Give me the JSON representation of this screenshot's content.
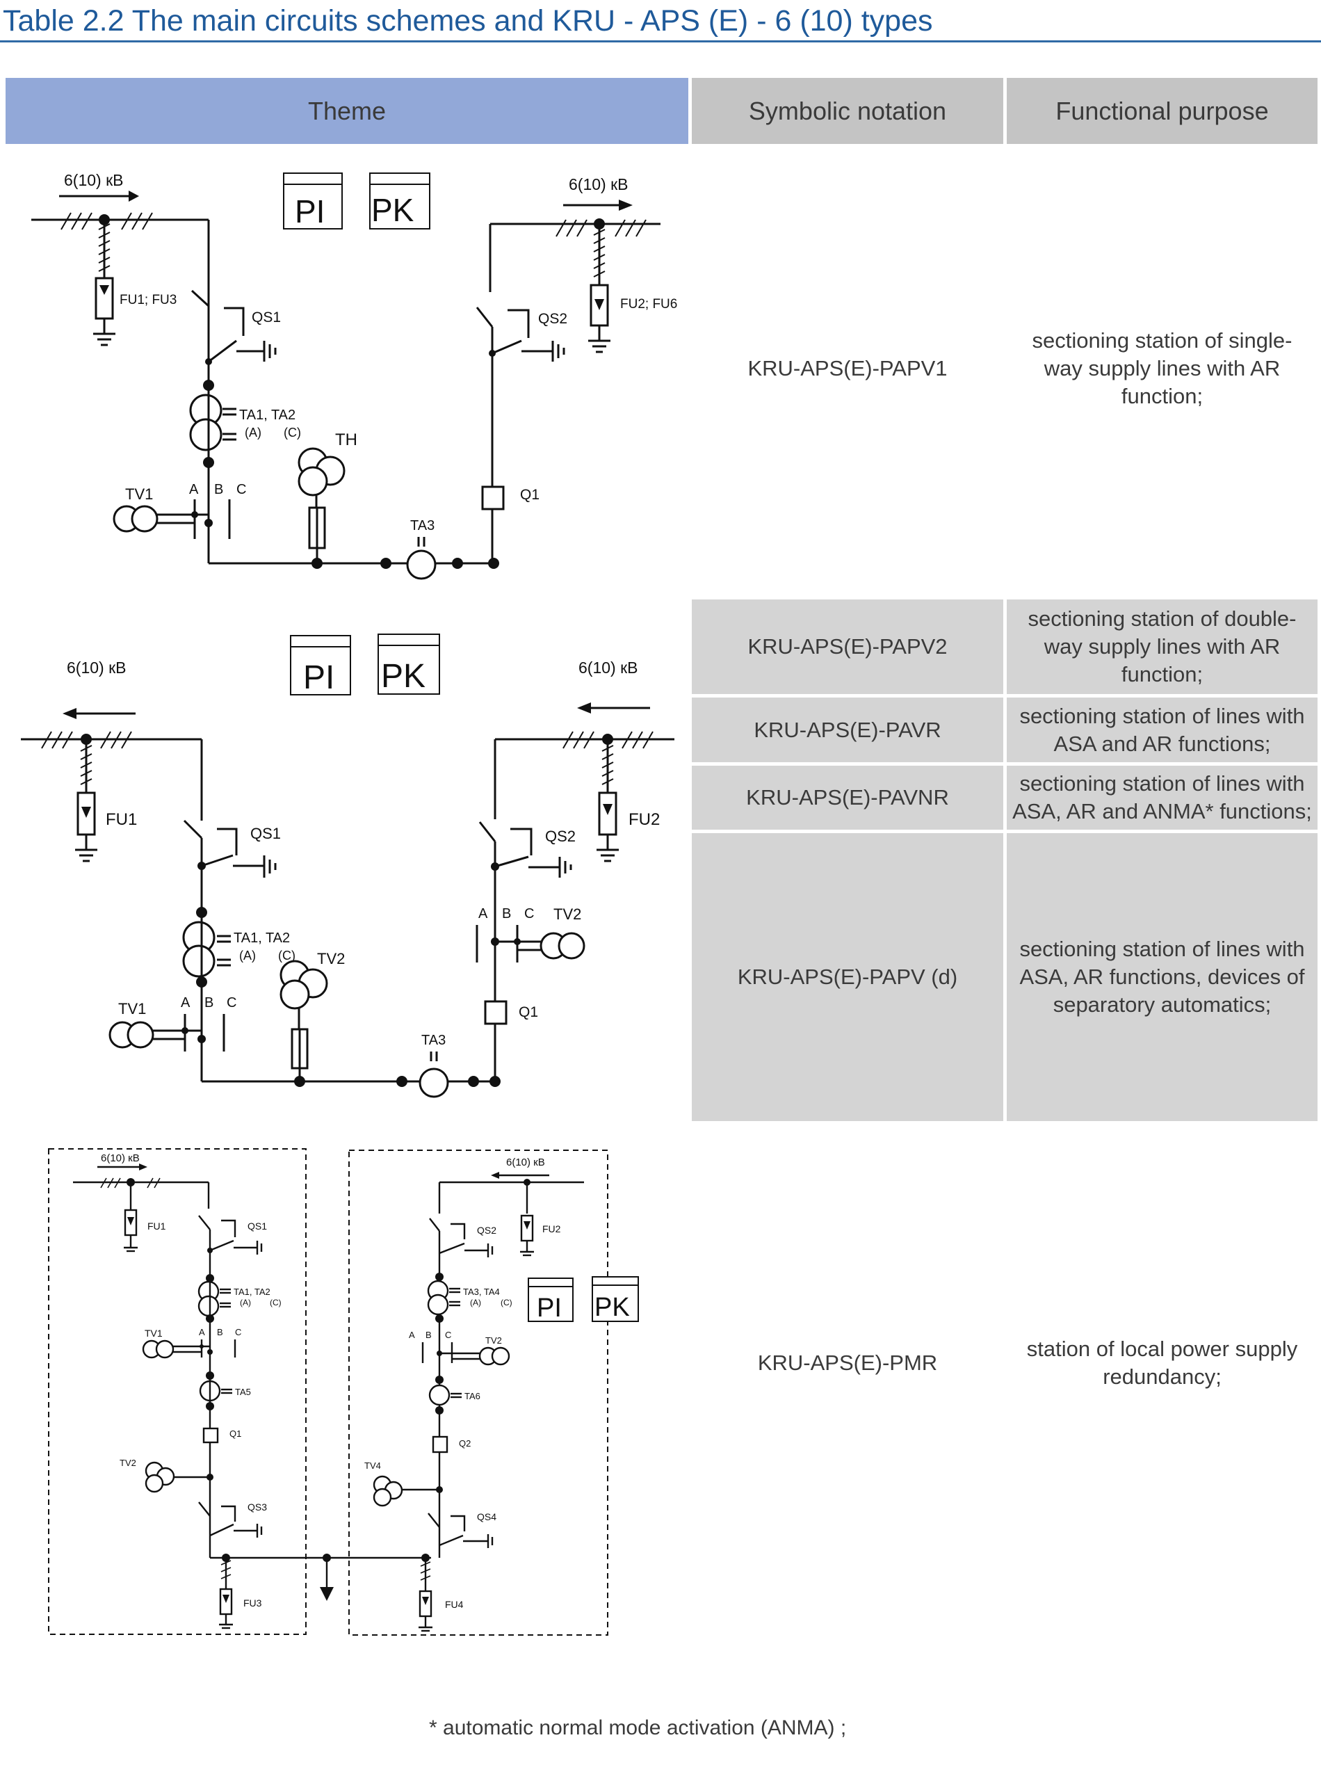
{
  "title": "Table 2.2 The main circuits schemes and KRU - APS (E) - 6 (10) types",
  "header": {
    "theme": "Theme",
    "symbolic": "Symbolic notation",
    "functional": "Functional purpose"
  },
  "rows": [
    {
      "symbol": "KRU-APS(E)-PAPV1",
      "purpose": "sectioning station of single-way supply lines with AR function;",
      "shaded": false
    },
    {
      "symbol": "KRU-APS(E)-PAPV2",
      "purpose": "sectioning station of double-way supply lines with AR function;",
      "shaded": true
    },
    {
      "symbol": "KRU-APS(E)-PAVR",
      "purpose": "sectioning station of lines with ASA and AR functions;",
      "shaded": true
    },
    {
      "symbol": "KRU-APS(E)-PAVNR",
      "purpose": "sectioning station of lines with ASA, AR and ANMA* functions;",
      "shaded": true
    },
    {
      "symbol": "KRU-APS(E)-PAPV (d)",
      "purpose": "sectioning station of lines with ASA, AR functions, devices of separatory automatics;",
      "shaded": true
    },
    {
      "symbol": "KRU-APS(E)-PMR",
      "purpose": "station of local power supply redundancy;",
      "shaded": false
    }
  ],
  "diagram1": {
    "voltage_left": "6(10) кВ",
    "voltage_right": "6(10) кВ",
    "pi": "PI",
    "pk": "PK",
    "fu_left": "FU1; FU3",
    "fu_right": "FU2; FU6",
    "qs1": "QS1",
    "qs2": "QS2",
    "ta12": "TA1,  TA2",
    "ta_a": "(A)",
    "ta_c": "(C)",
    "th": "TH",
    "tv1": "TV1",
    "phase_a": "A",
    "phase_b": "B",
    "phase_c": "C",
    "ta3": "TA3",
    "q1": "Q1"
  },
  "diagram2": {
    "voltage_left": "6(10) кВ",
    "voltage_right": "6(10) кВ",
    "pi": "PI",
    "pk": "PK",
    "fu1": "FU1",
    "fu2": "FU2",
    "qs1": "QS1",
    "qs2": "QS2",
    "ta12": "TA1,  TA2",
    "ta_a": "(A)",
    "ta_c": "(C)",
    "tv2_mid": "TV2",
    "tv1": "TV1",
    "tv2_right": "TV2",
    "phase_a": "A",
    "phase_b": "B",
    "phase_c": "C",
    "ta3": "TA3",
    "q1": "Q1"
  },
  "diagram3": {
    "voltage_left": "6(10) кВ",
    "voltage_right": "6(10) кВ",
    "pi": "PI",
    "pk": "PK",
    "fu1": "FU1",
    "fu2": "FU2",
    "fu3": "FU3",
    "fu4": "FU4",
    "qs1": "QS1",
    "qs2": "QS2",
    "qs3": "QS3",
    "qs4": "QS4",
    "ta12": "TA1,  TA2",
    "ta34": "TA3,  TA4",
    "ta_a": "(A)",
    "ta_c": "(C)",
    "ta5": "TA5",
    "ta6": "TA6",
    "tv1": "TV1",
    "tv2_left": "TV2",
    "tv2_right": "TV2",
    "tv4": "TV4",
    "q1": "Q1",
    "q2": "Q2",
    "phase_a": "A",
    "phase_b": "B",
    "phase_c": "C"
  },
  "footnote": "* automatic normal mode activation (ANMA) ;"
}
